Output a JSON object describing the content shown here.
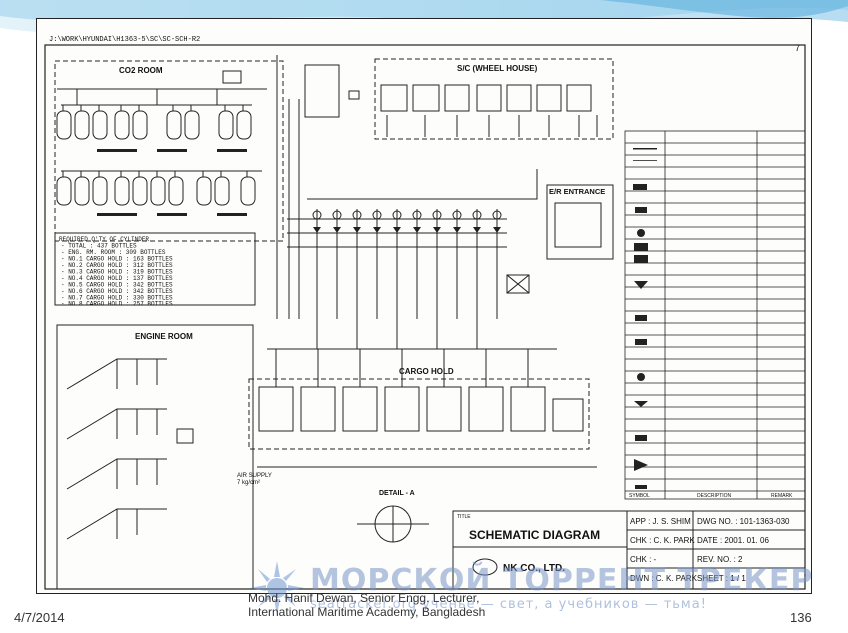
{
  "drawing": {
    "path_label": "J:\\WORK\\HYUNDAI\\H1363-5\\SC\\SC-SCH-R2",
    "sheet_mark": "7",
    "co2_room": "CO2 ROOM",
    "wheel_house": "S/C (WHEEL HOUSE)",
    "er_entrance": "E/R ENTRANCE",
    "engine_room": "ENGINE ROOM",
    "cargo_hold": "CARGO HOLD",
    "detail": "DETAIL - A",
    "air_supply": "AIR SUPPLY",
    "air_pressure": "7 kg/cm²",
    "required_qty": [
      "REQUIRED Q'TY OF CYLINDER",
      "- TOTAL : 437 BOTTLES",
      "- ENG. RM. ROOM : 309 BOTTLES",
      "- NO.1 CARGO HOLD : 163 BOTTLES",
      "- NO.2 CARGO HOLD : 312 BOTTLES",
      "- NO.3 CARGO HOLD : 319 BOTTLES",
      "- NO.4 CARGO HOLD : 137 BOTTLES",
      "- NO.5 CARGO HOLD : 342 BOTTLES",
      "- NO.6 CARGO HOLD : 342 BOTTLES",
      "- NO.7 CARGO HOLD : 330 BOTTLES",
      "- NO.8 CARGO HOLD : 257 BOTTLES"
    ],
    "legend_header": {
      "symbol": "SYMBOL",
      "description": "DESCRIPTION",
      "remark": "REMARK"
    },
    "title_block": {
      "title_label": "TITLE",
      "title": "SCHEMATIC DIAGRAM",
      "company": "NK CO., LTD.",
      "app": "APP : J. S. SHIM",
      "chk1": "CHK : C. K. PARK",
      "chk2": "CHK : -",
      "dwn": "DWN : C. K. PARK",
      "dwg_no": "DWG NO. : 101-1363-030",
      "date": "DATE     : 2001. 01. 06",
      "rev": "REV. NO. : 2",
      "sheet": "SHEET    : 1 / 1"
    }
  },
  "watermark": {
    "title": "МОРСКОЙ ТОРРЕНТ ТРЕКЕР",
    "subtitle": "seatracker.org  учёнье — свет, а учебников — тьма!"
  },
  "footer": {
    "date": "4/7/2014",
    "author_line1": "Mohd. Hanif Dewan, Senior Engg. Lecturer,",
    "author_line2": "International Maritime Academy, Bangladesh",
    "page": "136"
  }
}
